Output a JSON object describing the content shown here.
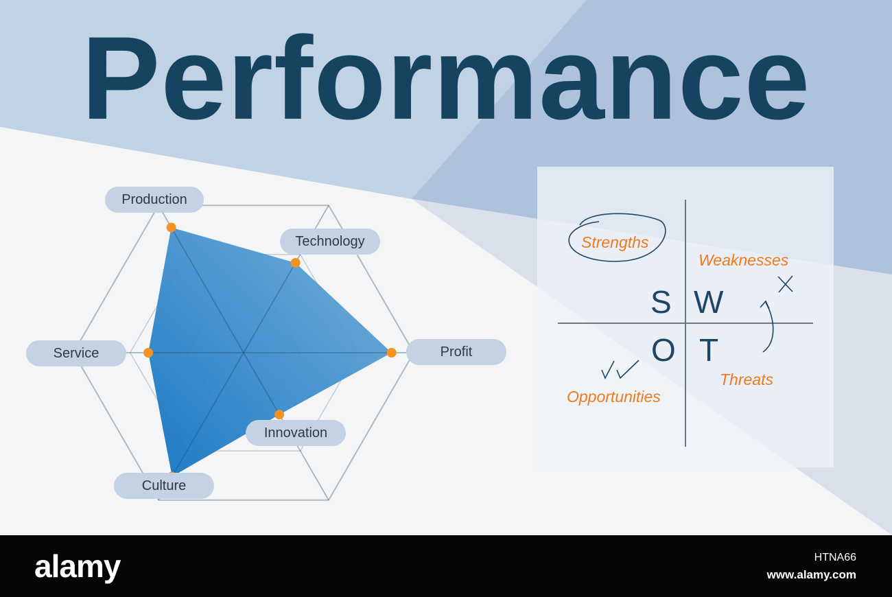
{
  "title": "Performance",
  "colors": {
    "title": "#16435f",
    "radar_fill": "#3a8fd0",
    "radar_point": "#f39322",
    "pill": "#c3d3e4",
    "swot_word": "#ec7b1e",
    "swot_letter": "#1f4565"
  },
  "radar": {
    "axes": [
      {
        "label": "Production",
        "value": 0.85
      },
      {
        "label": "Technology",
        "value": 0.61
      },
      {
        "label": "Profit",
        "value": 0.87
      },
      {
        "label": "Innovation",
        "value": 0.42
      },
      {
        "label": "Culture",
        "value": 0.84
      },
      {
        "label": "Service",
        "value": 0.56
      }
    ],
    "rings": 3
  },
  "swot": {
    "letters": {
      "s": "S",
      "w": "W",
      "o": "O",
      "t": "T"
    },
    "strengths": "Strengths",
    "weaknesses": "Weaknesses",
    "opportunities": "Opportunities",
    "threats": "Threats"
  },
  "footer": {
    "logo": "alamy",
    "image_id": "HTNA66",
    "url": "www.alamy.com"
  }
}
